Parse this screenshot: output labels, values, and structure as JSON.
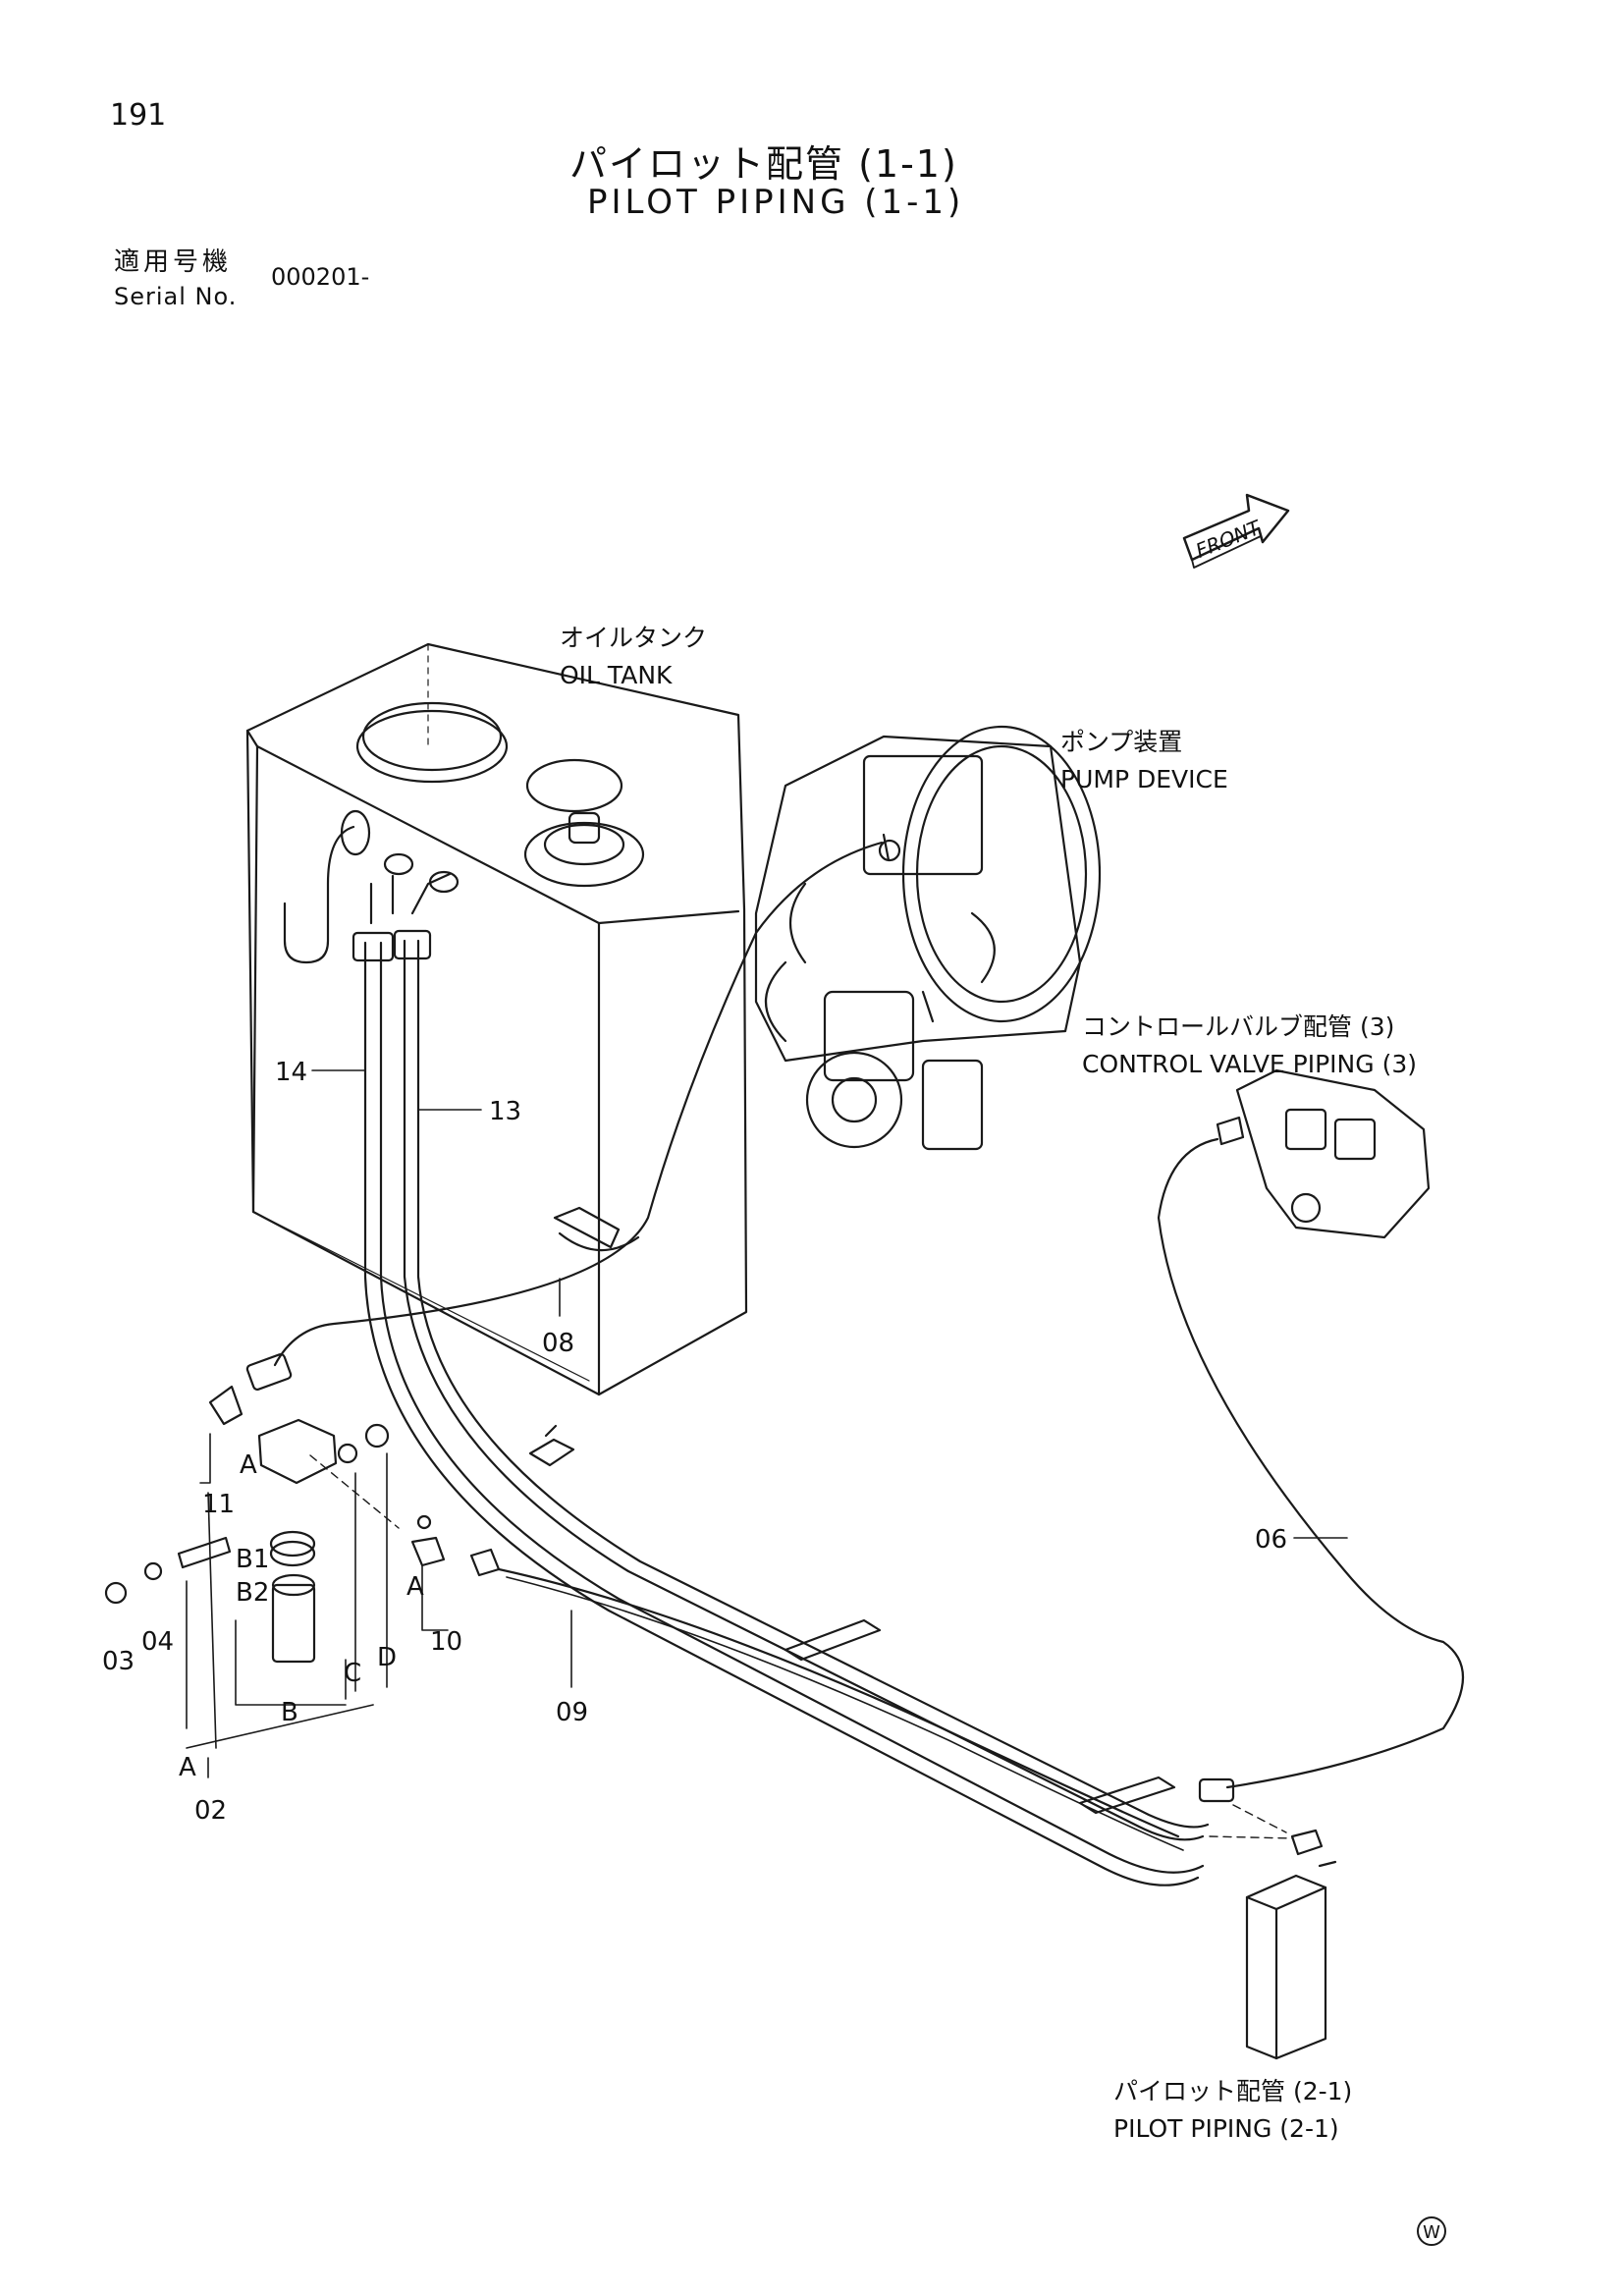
{
  "page": {
    "number": "191"
  },
  "title": {
    "jp": "パイロット配管 (1-1)",
    "en": "PILOT PIPING (1-1)"
  },
  "serial": {
    "label_jp": "適用号機",
    "label_en": "Serial No.",
    "value": "000201-"
  },
  "front_marker": "FRONT",
  "labels": {
    "oil_tank_jp": "オイルタンク",
    "oil_tank_en": "OIL TANK",
    "pump_jp": "ポンプ装置",
    "pump_en": "PUMP DEVICE",
    "cv_jp": "コントロールバルブ配管 (3)",
    "cv_en": "CONTROL VALVE PIPING (3)",
    "pilot_jp": "パイロット配管 (2-1)",
    "pilot_en": "PILOT PIPING (2-1)"
  },
  "parts": {
    "p14": "14",
    "p13": "13",
    "p08": "08",
    "p06": "06",
    "p09": "09",
    "p11": "11",
    "p10": "10",
    "p03": "03",
    "p04": "04",
    "p02": "02"
  },
  "letters": {
    "a": "A",
    "b": "B",
    "b1": "B1",
    "b2": "B2",
    "c": "C",
    "d": "D"
  },
  "mark": "W"
}
